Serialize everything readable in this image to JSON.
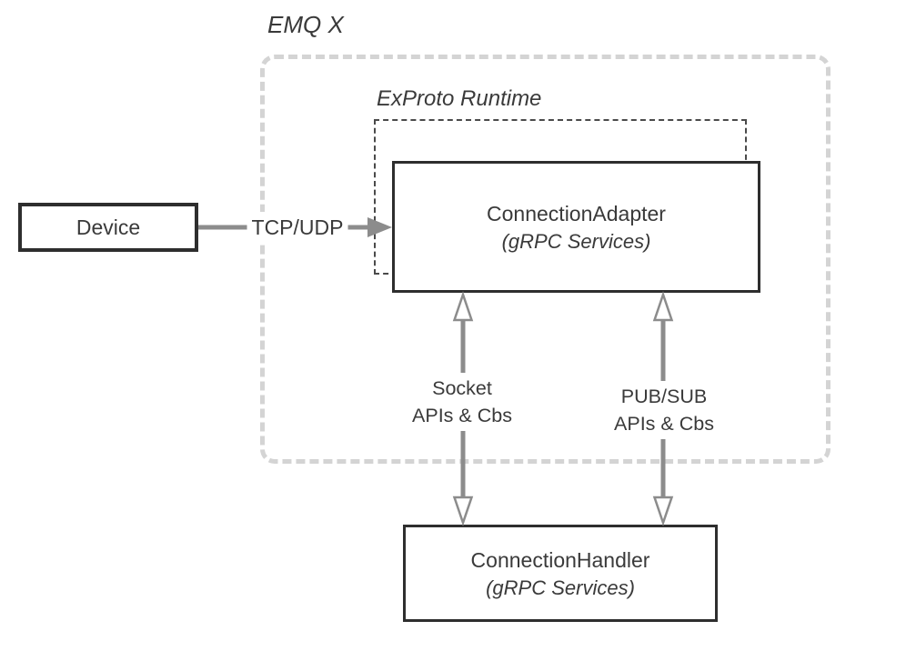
{
  "diagram": {
    "outer_group_label": "EMQ X",
    "inner_group_label": "ExProto Runtime",
    "nodes": {
      "device": {
        "label": "Device"
      },
      "adapter": {
        "title": "ConnectionAdapter",
        "subtitle": "(gRPC Services)"
      },
      "handler": {
        "title": "ConnectionHandler",
        "subtitle": "(gRPC Services)"
      }
    },
    "edges": {
      "tcp_udp": {
        "label": "TCP/UDP"
      },
      "socket": {
        "line1": "Socket",
        "line2": "APIs & Cbs"
      },
      "pubsub": {
        "line1": "PUB/SUB",
        "line2": "APIs & Cbs"
      }
    },
    "colors": {
      "box_border": "#2e2e2e",
      "text": "#3a3a3a",
      "arrow": "#8c8c8c",
      "outer_dash": "#d4d4d4",
      "inner_dash": "#4a4a4a",
      "bg": "#ffffff"
    }
  }
}
